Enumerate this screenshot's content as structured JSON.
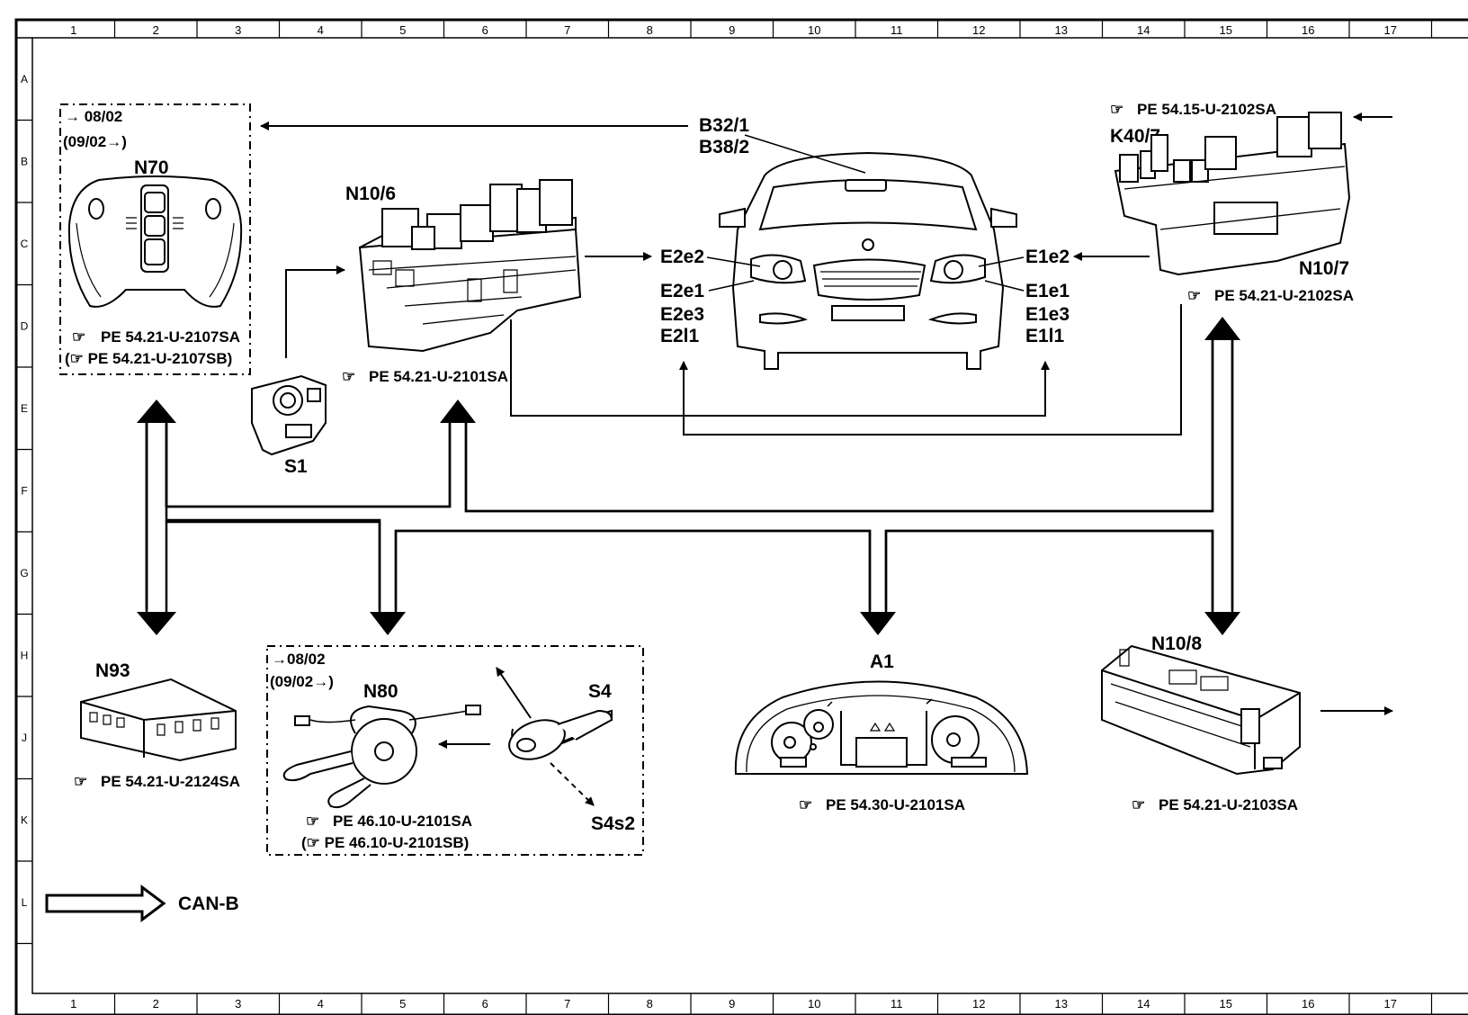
{
  "grid": {
    "columns": [
      "1",
      "2",
      "3",
      "4",
      "5",
      "6",
      "7",
      "8",
      "9",
      "10",
      "11",
      "12",
      "13",
      "14",
      "15",
      "16",
      "17"
    ],
    "rows": [
      "A",
      "B",
      "C",
      "D",
      "E",
      "F",
      "G",
      "H",
      "J",
      "K",
      "L"
    ]
  },
  "components": {
    "n70": {
      "date_from": "→ 08/02",
      "date_to": "(09/02→)",
      "code": "N70",
      "ref1": "PE 54.21-U-2107SA",
      "ref2": "(☞ PE 54.21-U-2107SB)"
    },
    "n10_6": {
      "code": "N10/6",
      "ref": "PE 54.21-U-2101SA"
    },
    "s1": {
      "code": "S1"
    },
    "vehicle": {
      "sensor_top": "B32/1",
      "sensor_bottom": "B38/2",
      "left_main": "E2e2",
      "left_sub1": "E2e1",
      "left_sub2": "E2e3",
      "left_sub3": "E2l1",
      "right_main": "E1e2",
      "right_sub1": "E1e1",
      "right_sub2": "E1e3",
      "right_sub3": "E1l1"
    },
    "k40_7": {
      "code": "K40/7",
      "ref": "PE 54.15-U-2102SA"
    },
    "n10_7": {
      "code": "N10/7",
      "ref": "PE 54.21-U-2102SA"
    },
    "n93": {
      "code": "N93",
      "ref": "PE 54.21-U-2124SA"
    },
    "n80": {
      "date_from": "→08/02",
      "date_to": "(09/02→)",
      "code": "N80",
      "ref1": "PE 46.10-U-2101SA",
      "ref2": "(☞ PE 46.10-U-2101SB)"
    },
    "s4": {
      "code": "S4",
      "sub_code": "S4s2"
    },
    "a1": {
      "code": "A1",
      "ref": "PE 54.30-U-2101SA"
    },
    "n10_8": {
      "code": "N10/8",
      "ref": "PE 54.21-U-2103SA"
    }
  },
  "legend": {
    "label": "CAN-B"
  }
}
